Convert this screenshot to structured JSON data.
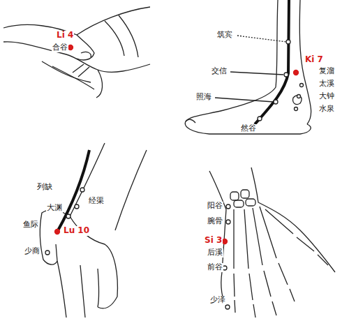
{
  "diagram": {
    "labels": [
      "Li 4",
      "合谷",
      "筑宾",
      "Ki 7",
      "复溜",
      "交信",
      "太溪",
      "照海",
      "大钟",
      "水泉",
      "然谷",
      "列缺",
      "经渠",
      "大渊",
      "鱼际",
      "Lu 10",
      "少商",
      "阳谷",
      "腕骨",
      "Si 3",
      "后溪",
      "前谷",
      "少泽"
    ]
  }
}
